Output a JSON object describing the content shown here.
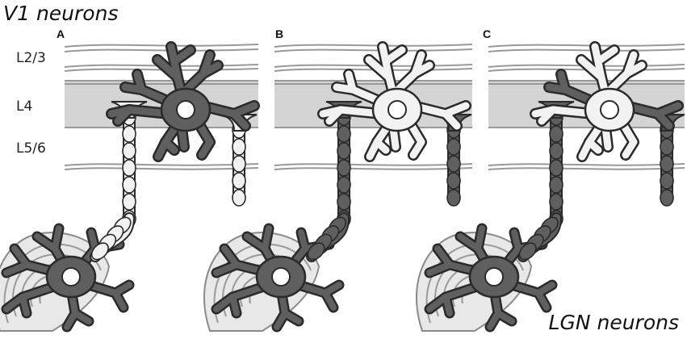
{
  "titles": {
    "top": "V1 neurons",
    "bottom": "LGN neurons"
  },
  "layers": [
    {
      "id": "l23",
      "label": "L2/3"
    },
    {
      "id": "l4",
      "label": "L4"
    },
    {
      "id": "l56",
      "label": "L5/6"
    }
  ],
  "panels": [
    {
      "id": "A",
      "label": "A"
    },
    {
      "id": "B",
      "label": "B"
    },
    {
      "id": "C",
      "label": "C"
    }
  ],
  "colors": {
    "dark_fill": "#5f5f5f",
    "light_fill": "#f2f2f2",
    "band": "#d4d4d4",
    "outline": "#2a2a2a",
    "layer_line": "#999999"
  }
}
